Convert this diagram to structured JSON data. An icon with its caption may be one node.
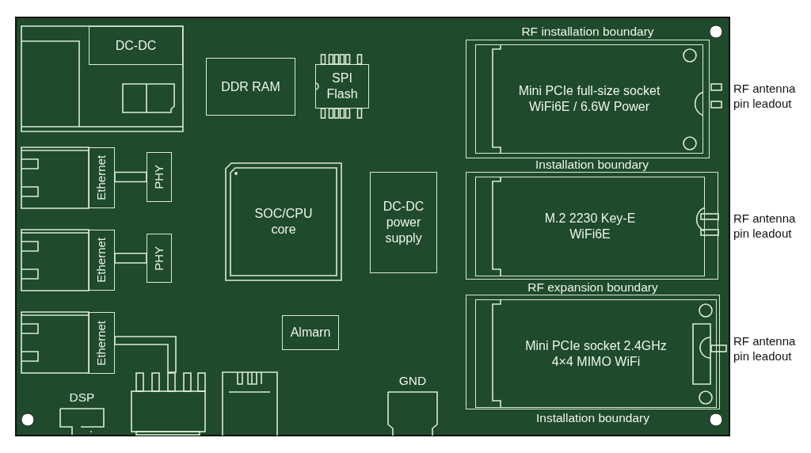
{
  "diagram": {
    "nodes": [
      {
        "text": [
          "DC-DC"
        ]
      },
      {
        "text": [
          "DDR RAM"
        ]
      },
      {
        "text": [
          "SPI Flash"
        ]
      },
      {
        "text": [
          "Ethernet"
        ]
      },
      {
        "text": [
          "PHY"
        ]
      },
      {
        "text": [
          "Ethernet"
        ]
      },
      {
        "text": [
          "PHY"
        ]
      },
      {
        "text": [
          "SOC/CPU core"
        ]
      },
      {
        "text": [
          "DC-DC power supply"
        ]
      },
      {
        "text": [
          "Ethernet"
        ]
      },
      {
        "text": [
          "Almarn"
        ]
      },
      {
        "text": [],
        "shape": "box"
      },
      {
        "text": [
          "DSP"
        ]
      },
      {
        "text": [
          "GND"
        ]
      },
      {
        "text": [
          "RF installation boundary"
        ]
      },
      {
        "text": [
          "Mini PCIe full-size socket WiFi6E / 6.6W Power"
        ],
        "in": 14
      },
      {
        "text": [
          "Installation boundary"
        ]
      },
      {
        "text": [
          "M.2 2230 Key-E WiFi6E"
        ],
        "in": 16
      },
      {
        "text": [
          "RF expansion boundary"
        ],
        "beside": [
          "Installation boundary"
        ]
      },
      {
        "text": [
          "Mini PCIe socket 2.4GHz 4×4 MIMO WiFi"
        ],
        "in": 18
      }
    ],
    "edges": [
      {
        "from": 3,
        "to": 4,
        "arrow": "none"
      },
      {
        "from": 5,
        "to": 6,
        "arrow": "none"
      },
      {
        "from": 9,
        "to": 11,
        "arrow": "none"
      }
    ],
    "labels": [
      "RF antenna pin leadout",
      "RF antenna pin leadout",
      "RF antenna pin leadout"
    ]
  }
}
